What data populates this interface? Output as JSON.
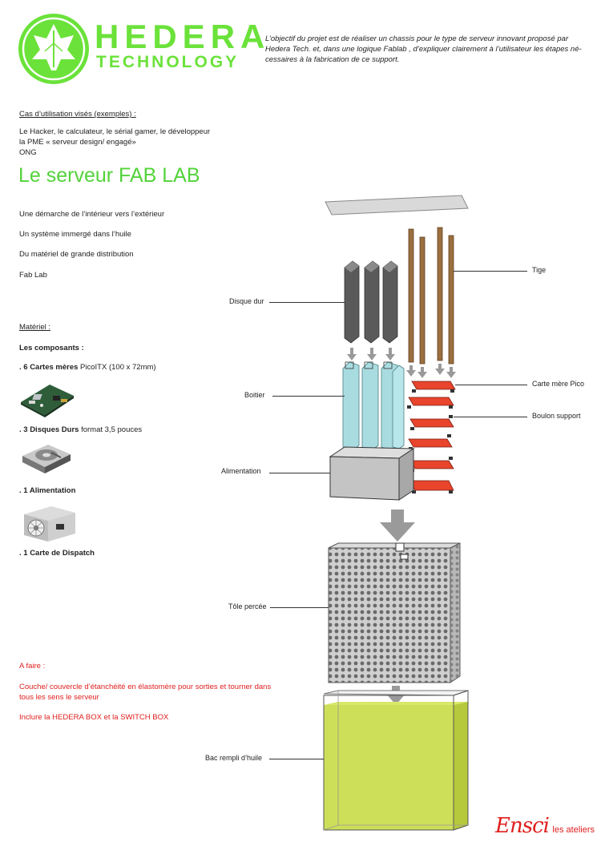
{
  "logo": {
    "line1": "HEDERA",
    "line2": "TECHNOLOGY",
    "color": "#6be23a"
  },
  "intro": "L’objectif du projet est de réaliser un chassis pour le type de serveur innovant proposé par Hedera Tech. et, dans  une logique Fablab , d’expliquer clairement à l’utilisateur les étapes né-cessaires à la fabrication de ce support.",
  "cases": {
    "heading": "Cas d’utilisation visés (exemples) :",
    "lines": [
      "Le Hacker, le calculateur, le sérial gamer, le développeur",
      "la PME « serveur design/ engagé»",
      "ONG"
    ]
  },
  "title": "Le serveur FAB LAB",
  "points": [
    "Une démarche de l’intérieur vers l’extérieur",
    "Un système immergé dans l’huile",
    "Du matériel de grande distribution",
    "Fab Lab"
  ],
  "materiel": {
    "heading": "Matériel :",
    "composants": "Les composants :",
    "items": [
      {
        "bold": ". 6 Cartes mères",
        "rest": " PicoITX (100 x 72mm)"
      },
      {
        "bold": ". 3 Disques Durs",
        "rest": " format 3,5 pouces"
      },
      {
        "bold": ". 1 Alimentation",
        "rest": ""
      },
      {
        "bold": ". 1 Carte de Dispatch",
        "rest": ""
      }
    ]
  },
  "todo": {
    "heading": "A faire :",
    "line1": "Couche/ couvercle d’étanchéité en élastomère pour sorties et tourner dans",
    "line2": "tous les sens le serveur",
    "line3": "Inclure la HEDERA BOX et la SWITCH BOX"
  },
  "labels": {
    "tige": "Tige",
    "disque": "Disque dur",
    "carte": "Carte mère Pico",
    "boitier": "Boitier",
    "boulon": "Boulon support",
    "alim": "Alimentation",
    "tole": "Tôle percée",
    "bac": "Bac rempli d’huile"
  },
  "footer": {
    "brand": "Ensci",
    "sub": "les ateliers"
  },
  "colors": {
    "accent_green": "#53d33a",
    "todo_red": "#e01e1e",
    "board_red": "#e8452c",
    "case_blue": "#a9dce0",
    "oil_yellow": "#c9dc4a"
  }
}
